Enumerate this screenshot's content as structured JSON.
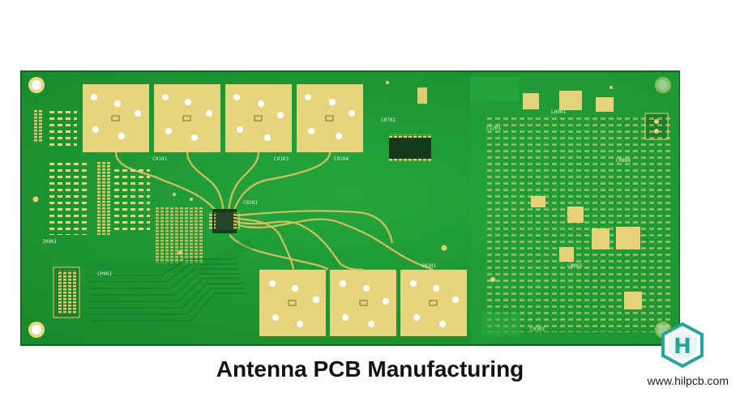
{
  "caption": "Antenna PCB Manufacturing",
  "website": "www.hilpcb.com",
  "logo_letter": "H",
  "colors": {
    "board": "#1f9a35",
    "board_dark": "#157d28",
    "gold": "#e6d27a",
    "trace": "#c8b860",
    "silkscreen": "#f2f6e6",
    "logo": "#2aa39a"
  }
}
